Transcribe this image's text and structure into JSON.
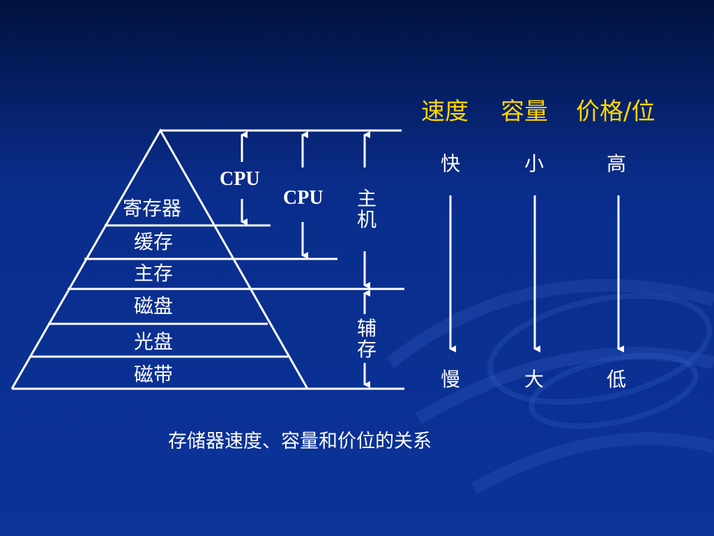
{
  "colors": {
    "background": "#0a2d8c",
    "line": "#ffffff",
    "header": "#ffd700"
  },
  "headers": {
    "speed": "速度",
    "capacity": "容量",
    "price": "价格/位"
  },
  "scale": {
    "speed_top": "快",
    "speed_bottom": "慢",
    "capacity_top": "小",
    "capacity_bottom": "大",
    "price_top": "高",
    "price_bottom": "低"
  },
  "pyramid": {
    "levels": [
      "寄存器",
      "缓存",
      "主存",
      "磁盘",
      "光盘",
      "磁带"
    ]
  },
  "brackets": {
    "cpu_inner": "CPU",
    "cpu_outer": "CPU",
    "host": "主机",
    "auxiliary": "辅存"
  },
  "caption": "存储器速度、容量和价位的关系"
}
